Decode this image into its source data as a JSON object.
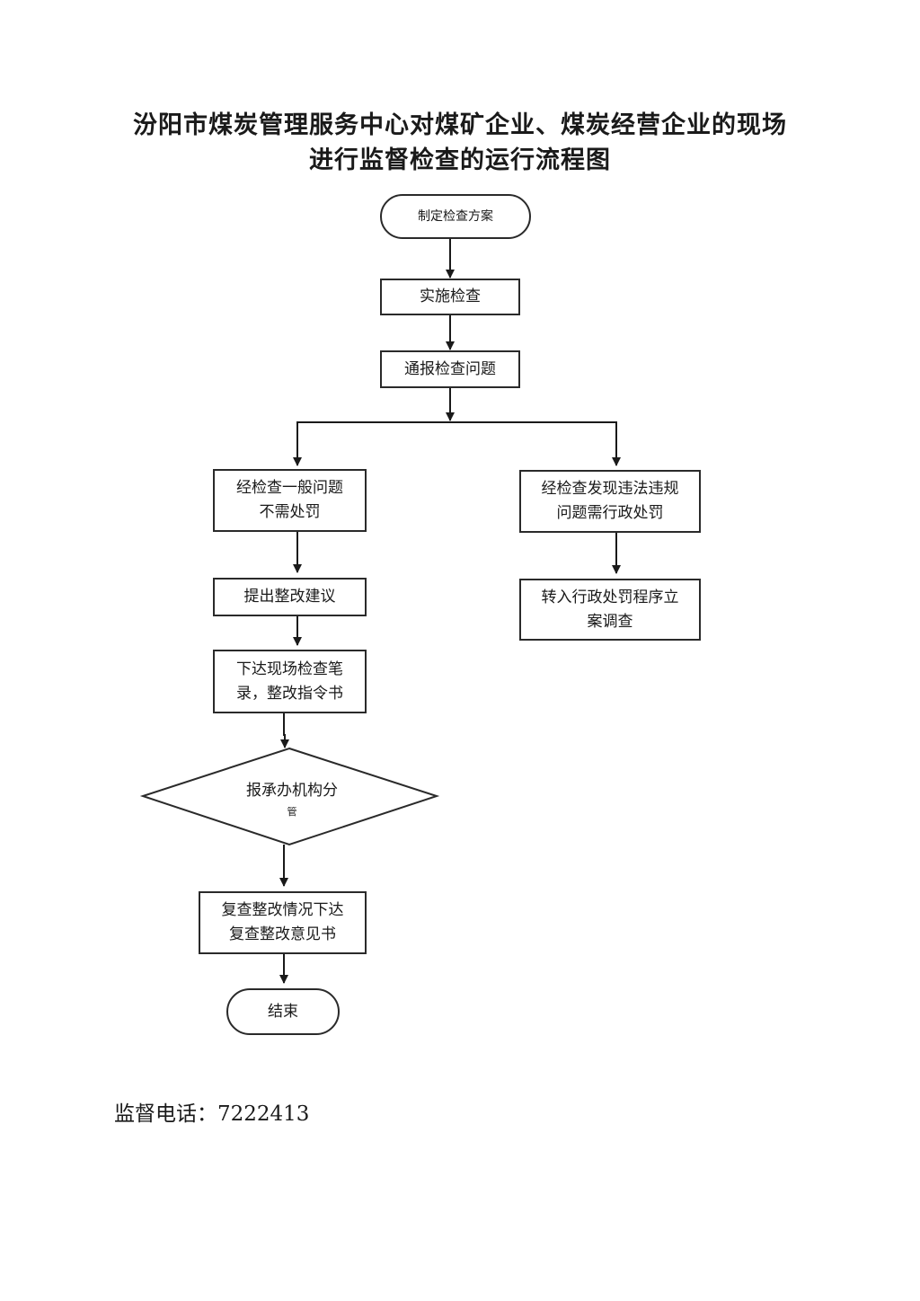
{
  "title": {
    "line1": "汾阳市煤炭管理服务中心对煤矿企业、煤炭经营企业的现场",
    "line2": "进行监督检查的运行流程图"
  },
  "flow": {
    "start": "制定检查方案",
    "inspect": "实施检查",
    "report_issues": "通报检查问题",
    "left_branch": {
      "general_issue": [
        "经检查一般问题",
        "不需处罚"
      ],
      "rectify_advice": "提出整改建议",
      "issue_record": [
        "下达现场检查笔",
        "录，整改指令书"
      ],
      "decision": "报承办机构分",
      "decision_overflow": "管",
      "review": [
        "复查整改情况下达",
        "复查整改意见书"
      ],
      "end": "结束"
    },
    "right_branch": {
      "violation": [
        "经检查发现违法违规",
        "问题需行政处罚"
      ],
      "transfer": [
        "转入行政处罚程序立",
        "案调查"
      ]
    }
  },
  "footer": {
    "phone_label": "监督电话：",
    "phone_number": "7222413"
  }
}
